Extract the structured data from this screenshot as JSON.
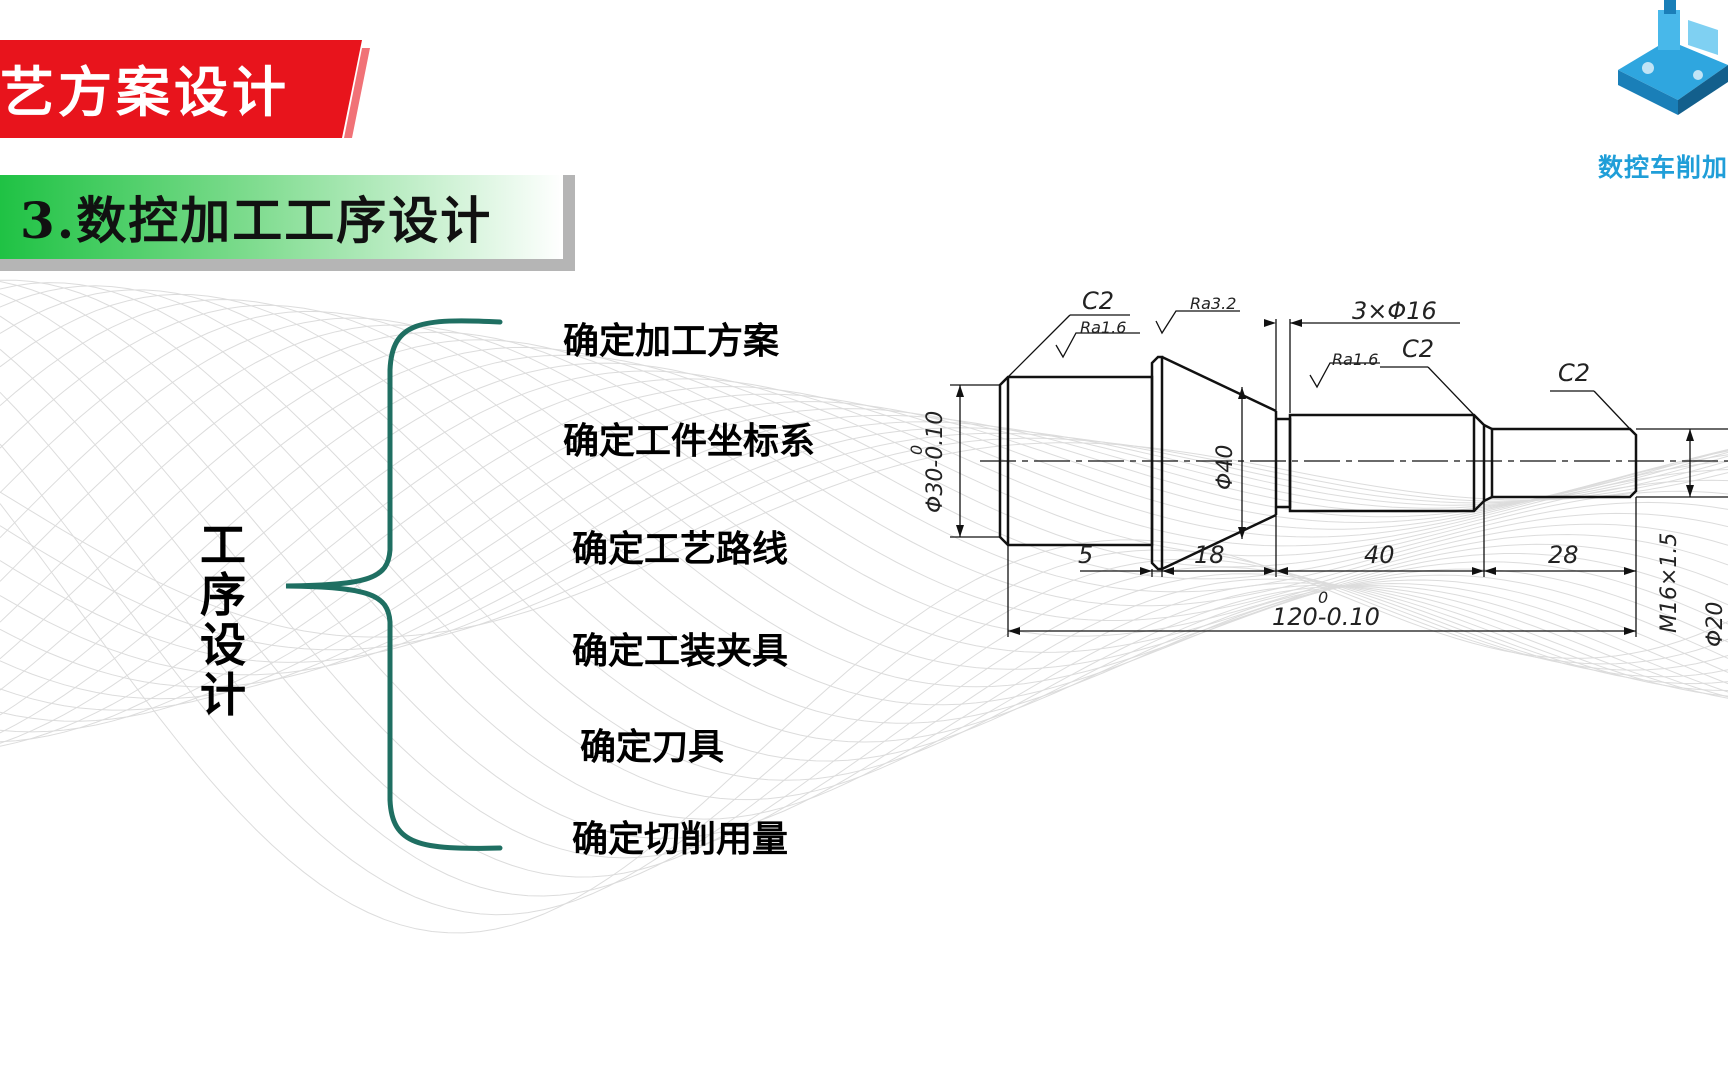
{
  "header": {
    "title": "艺方案设计",
    "subtitle": "3.数控加工工序设计",
    "logo_text": "数控车削加"
  },
  "colors": {
    "title_red": "#e8141c",
    "subtitle_green": "#22c34a",
    "brace_teal": "#1f6f62",
    "logo_blue": "#1f9ed8"
  },
  "process_design": {
    "label": [
      "工",
      "序",
      "设",
      "计"
    ],
    "steps": [
      "确定加工方案",
      "确定工件坐标系",
      "确定工艺路线",
      "确定工装夹具",
      "确定刀具",
      "确定切削用量"
    ]
  },
  "drawing": {
    "chamfer_left": "C2",
    "chamfer_mid": "C2",
    "chamfer_right": "C2",
    "roughness_1": "Ra1.6",
    "roughness_2": "Ra3.2",
    "roughness_3": "Ra1.6",
    "groove": "3×Φ16",
    "dia_30": "Φ30-0.10",
    "dia_30_upper": "0",
    "dia_40": "Φ40",
    "thread": "M16×1.5",
    "dia_right": "Φ20",
    "len_5": "5",
    "len_18": "18",
    "len_40": "40",
    "len_28": "28",
    "total": "120-0.10",
    "total_upper": "0"
  }
}
